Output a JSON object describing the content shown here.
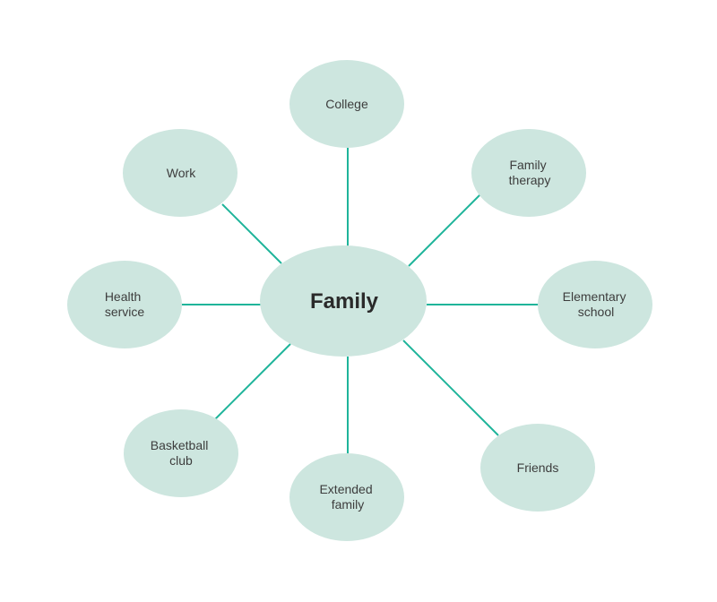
{
  "colors": {
    "node_fill": "#cde6df",
    "connector": "#1fb49a",
    "text": "#3d3d3d",
    "center_text": "#2a2a2a",
    "background": "#ffffff"
  },
  "center": {
    "label": "Family"
  },
  "nodes": [
    {
      "id": "college",
      "lines": [
        "College"
      ]
    },
    {
      "id": "family-therapy",
      "lines": [
        "Family",
        "therapy"
      ]
    },
    {
      "id": "elementary-school",
      "lines": [
        "Elementary",
        "school"
      ]
    },
    {
      "id": "friends",
      "lines": [
        "Friends"
      ]
    },
    {
      "id": "extended-family",
      "lines": [
        "Extended",
        "family"
      ]
    },
    {
      "id": "basketball-club",
      "lines": [
        "Basketball",
        "club"
      ]
    },
    {
      "id": "health-service",
      "lines": [
        "Health",
        "service"
      ]
    },
    {
      "id": "work",
      "lines": [
        "Work"
      ]
    }
  ]
}
